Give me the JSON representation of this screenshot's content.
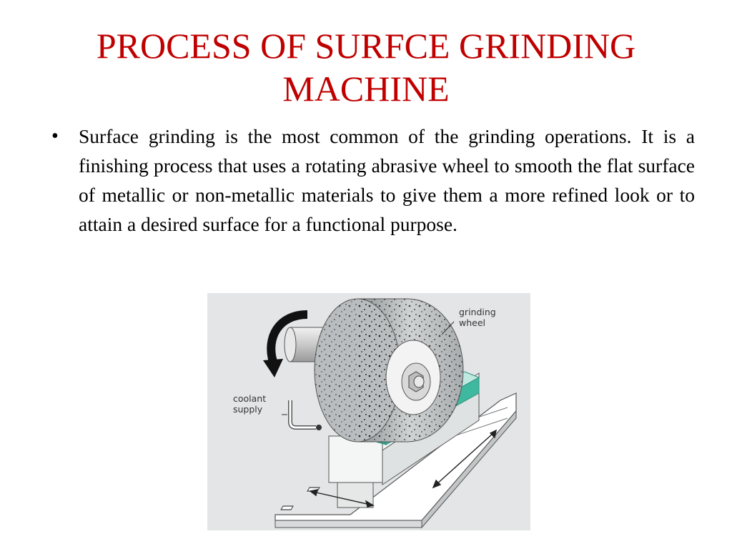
{
  "slide": {
    "title": "PROCESS OF SURFCE GRINDING MACHINE",
    "bullets": [
      {
        "text": "Surface grinding is the most common of the grinding operations. It is a finishing process that uses a rotating abrasive wheel to smooth the flat surface of metallic or non-metallic materials to give them a more refined look or to attain a desired surface for a functional purpose."
      }
    ],
    "figure": {
      "labels": {
        "wheel_line1": "grinding",
        "wheel_line2": "wheel",
        "coolant_line1": "coolant",
        "coolant_line2": "supply"
      },
      "colors": {
        "background": "#e3e5e6",
        "wheel": "#b9bdbf",
        "workpiece": "#3fb8a0",
        "table": "#f4f6f6"
      }
    }
  }
}
